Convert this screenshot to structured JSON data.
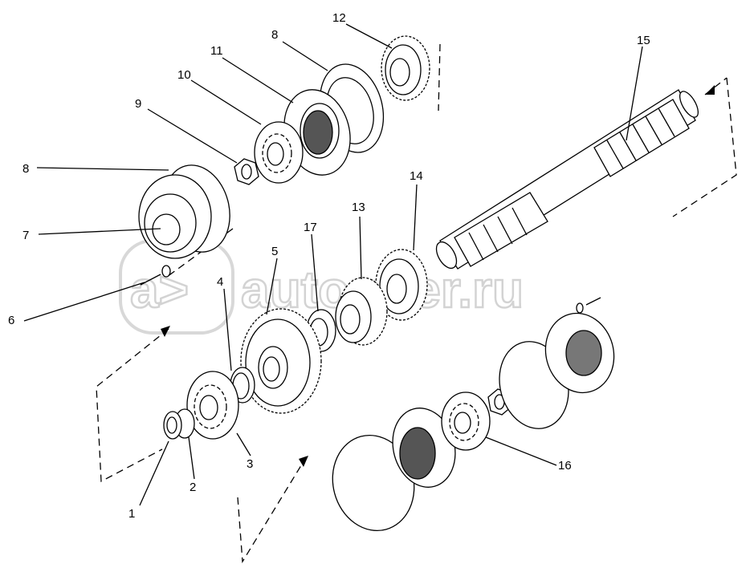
{
  "watermark": {
    "text": "autopiter.ru"
  },
  "callouts": [
    {
      "id": "1",
      "text": "1"
    },
    {
      "id": "2",
      "text": "2"
    },
    {
      "id": "3",
      "text": "3"
    },
    {
      "id": "4",
      "text": "4"
    },
    {
      "id": "5",
      "text": "5"
    },
    {
      "id": "6",
      "text": "6"
    },
    {
      "id": "7",
      "text": "7"
    },
    {
      "id": "8a",
      "text": "8"
    },
    {
      "id": "8b",
      "text": "8"
    },
    {
      "id": "9",
      "text": "9"
    },
    {
      "id": "10",
      "text": "10"
    },
    {
      "id": "11",
      "text": "11"
    },
    {
      "id": "12",
      "text": "12"
    },
    {
      "id": "13",
      "text": "13"
    },
    {
      "id": "14",
      "text": "14"
    },
    {
      "id": "15",
      "text": "15"
    },
    {
      "id": "16",
      "text": "16"
    },
    {
      "id": "17",
      "text": "17"
    }
  ]
}
